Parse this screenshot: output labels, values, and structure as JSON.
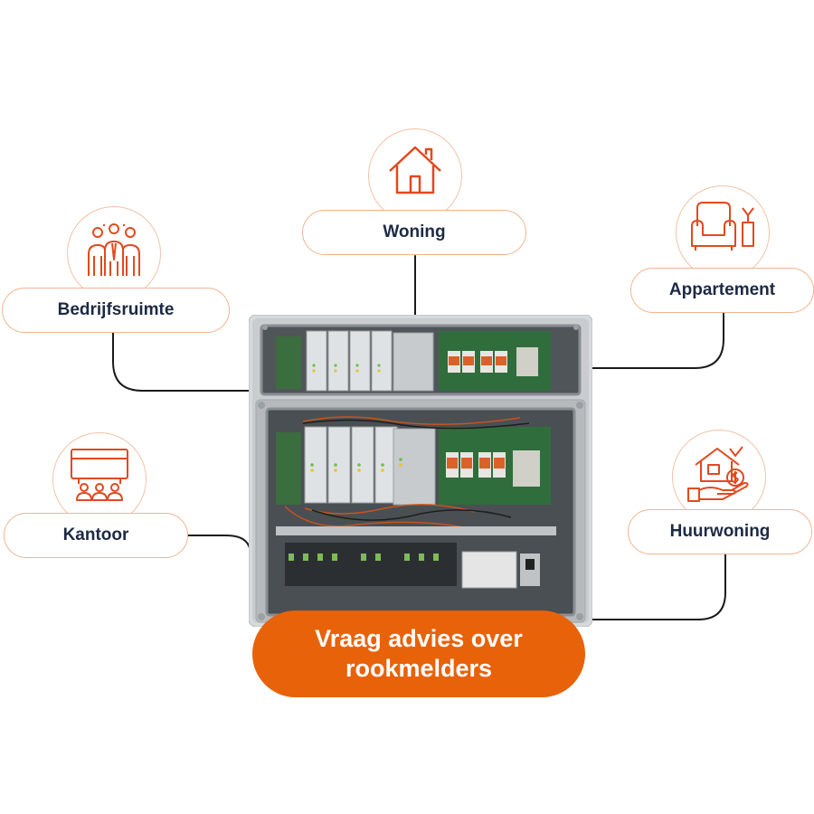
{
  "categories": {
    "woning": {
      "label": "Woning",
      "icon": "house-icon"
    },
    "bedrijfsruimte": {
      "label": "Bedrijfsruimte",
      "icon": "team-icon"
    },
    "appartement": {
      "label": "Appartement",
      "icon": "armchair-icon"
    },
    "kantoor": {
      "label": "Kantoor",
      "icon": "meeting-icon"
    },
    "huurwoning": {
      "label": "Huurwoning",
      "icon": "rent-house-icon"
    }
  },
  "cta": {
    "line1": "Vraag advies over",
    "line2": "rookmelders"
  },
  "colors": {
    "accent": "#e8620a",
    "text": "#1d2a44",
    "pill_border": "#f2b48e",
    "icon": "#e2491f"
  }
}
